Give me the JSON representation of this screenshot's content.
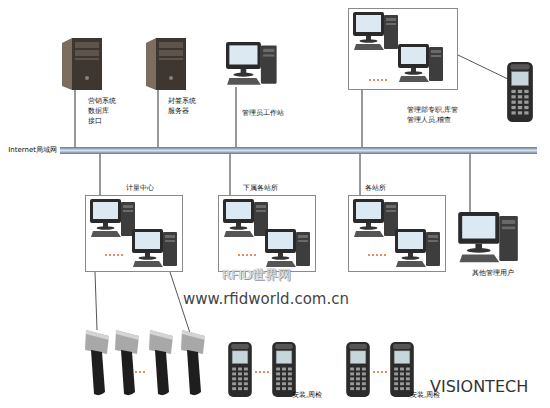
{
  "diagram": {
    "nodes": [
      {
        "text": [
          "营销系统 数据库 接口"
        ]
      },
      {
        "text": [
          "封签系统 服务器"
        ]
      },
      {
        "text": [
          "管理员工作站"
        ]
      },
      {
        "text": [
          "管理部专职,库管 管理人员,稽查"
        ]
      },
      {
        "text": [
          "Internet局域网"
        ]
      },
      {
        "text": [
          "计量中心"
        ]
      },
      {
        "text": [
          "下属各站所"
        ]
      },
      {
        "text": [
          "各站所"
        ]
      },
      {
        "text": [
          "其他管理用户"
        ]
      },
      {
        "text": [
          "安装,周检"
        ]
      },
      {
        "text": [
          "安装,周检"
        ]
      }
    ],
    "edges": [
      {
        "from": 0,
        "to": 4,
        "arrow": "none"
      },
      {
        "from": 1,
        "to": 4,
        "arrow": "none"
      },
      {
        "from": 2,
        "to": 4,
        "arrow": "none"
      },
      {
        "from": 3,
        "to": 4,
        "arrow": "none"
      },
      {
        "from": 5,
        "to": 4,
        "arrow": "none"
      },
      {
        "from": 6,
        "to": 4,
        "arrow": "none"
      },
      {
        "from": 7,
        "to": 4,
        "arrow": "none"
      },
      {
        "from": 8,
        "to": 4,
        "arrow": "none"
      }
    ],
    "labels": [
      "RFID世界网",
      "www.rfidworld.com.cn",
      "VISIONTECH"
    ]
  }
}
